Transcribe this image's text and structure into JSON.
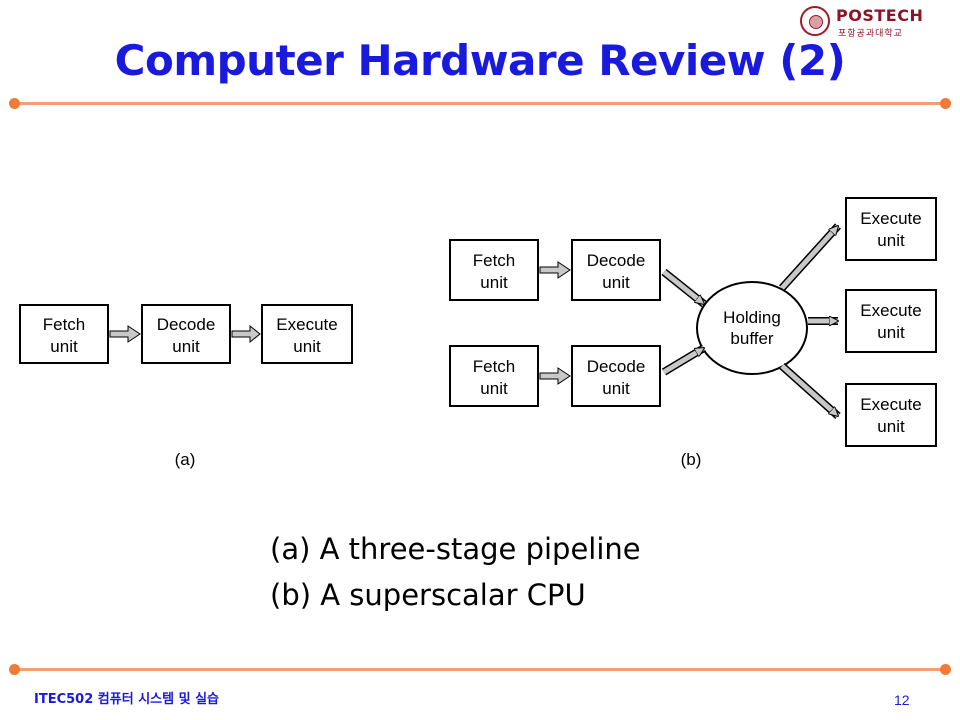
{
  "header": {
    "logo_name": "POSTECH",
    "logo_sub": "포항공과대학교",
    "title": "Computer Hardware Review (2)"
  },
  "diagram": {
    "pipeline": {
      "label": "(a)",
      "stages": [
        {
          "line1": "Fetch",
          "line2": "unit"
        },
        {
          "line1": "Decode",
          "line2": "unit"
        },
        {
          "line1": "Execute",
          "line2": "unit"
        }
      ]
    },
    "superscalar": {
      "label": "(b)",
      "fetch": [
        {
          "line1": "Fetch",
          "line2": "unit"
        },
        {
          "line1": "Fetch",
          "line2": "unit"
        }
      ],
      "decode": [
        {
          "line1": "Decode",
          "line2": "unit"
        },
        {
          "line1": "Decode",
          "line2": "unit"
        }
      ],
      "buffer": {
        "line1": "Holding",
        "line2": "buffer"
      },
      "execute": [
        {
          "line1": "Execute",
          "line2": "unit"
        },
        {
          "line1": "Execute",
          "line2": "unit"
        },
        {
          "line1": "Execute",
          "line2": "unit"
        }
      ]
    }
  },
  "captions": [
    "(a) A three-stage pipeline",
    "(b) A superscalar CPU"
  ],
  "footer": {
    "course": "ITEC502 컴퓨터 시스템 및 실습",
    "page": "12"
  },
  "colors": {
    "title": "#1a1adf",
    "rule": "#f0a072",
    "rule_dot": "#f07a3a",
    "arrow_fill": "#c8c8c8"
  }
}
